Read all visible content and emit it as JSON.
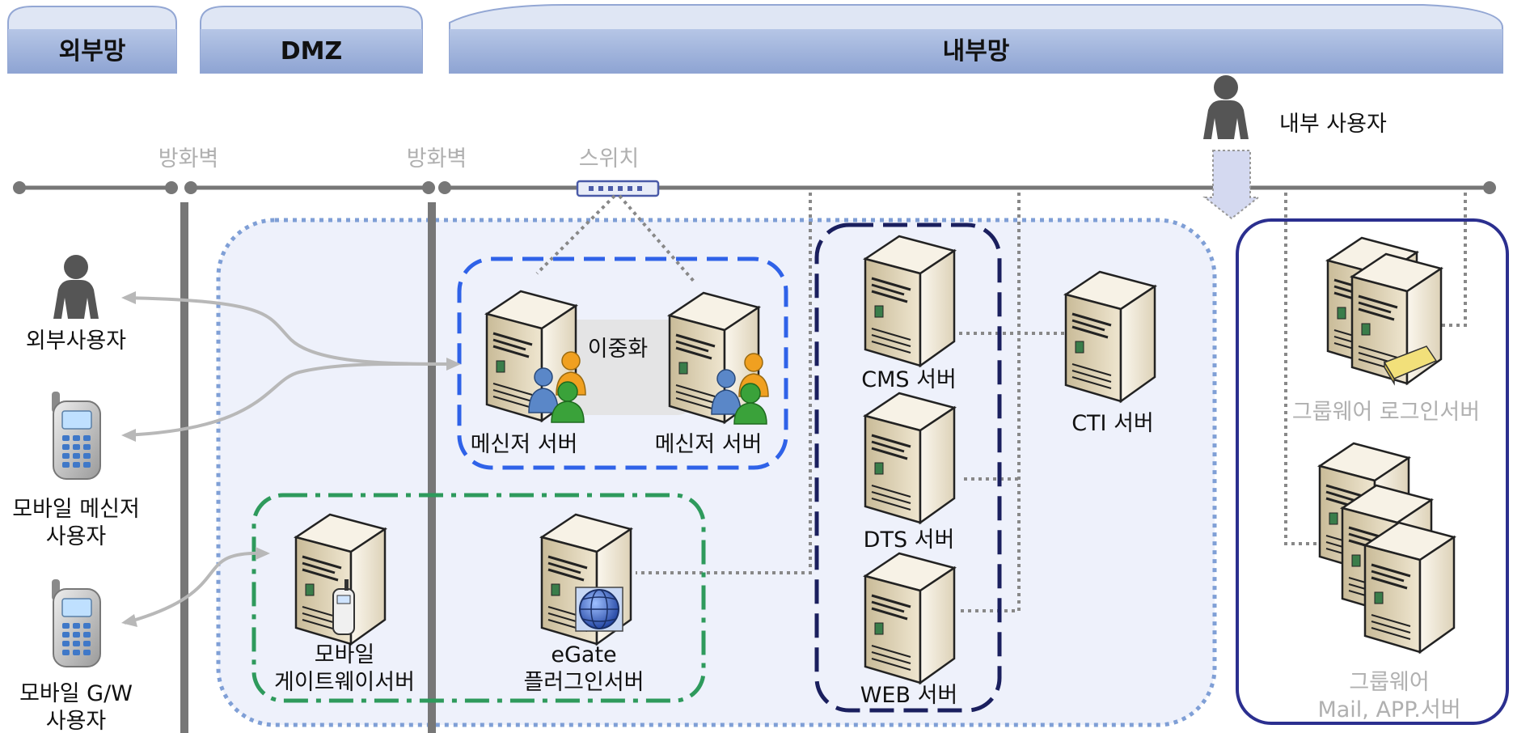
{
  "zones": {
    "external": "외부망",
    "dmz": "DMZ",
    "internal": "내부망"
  },
  "network": {
    "firewall_1": "방화벽",
    "firewall_2": "방화벽",
    "switch": "스위치"
  },
  "users": {
    "internal": "내부 사용자",
    "external": "외부사용자",
    "mobile_messenger_line1": "모바일 메신저",
    "mobile_messenger_line2": "사용자",
    "mobile_gw_line1": "모바일 G/W",
    "mobile_gw_line2": "사용자"
  },
  "servers": {
    "messenger_a": "메신저 서버",
    "messenger_b": "메신저 서버",
    "redundancy": "이중화",
    "mobile_gw_line1": "모바일",
    "mobile_gw_line2": "게이트웨이서버",
    "egate_line1": "eGate",
    "egate_line2": "플러그인서버",
    "cms": "CMS 서버",
    "dts": "DTS 서버",
    "web": "WEB 서버",
    "cti": "CTI 서버",
    "groupware_login": "그룹웨어 로그인서버",
    "groupware_mail_line1": "그룹웨어",
    "groupware_mail_line2": "Mail, APP.서버"
  },
  "icons": {
    "person": "person-icon",
    "phone": "mobile-phone-icon",
    "server": "server-tower-icon",
    "users_group": "user-group-icon",
    "globe": "globe-icon",
    "switch": "network-switch-icon"
  },
  "colors": {
    "zone_header": "#95aad6",
    "messenger_box": "#2f62e8",
    "mobile_box": "#2e9a5c",
    "core_box": "#1a1f5e",
    "groupware_box": "#2b2f8f",
    "internal_area": "#7f9fd6",
    "server_body": "#d9ccae"
  }
}
